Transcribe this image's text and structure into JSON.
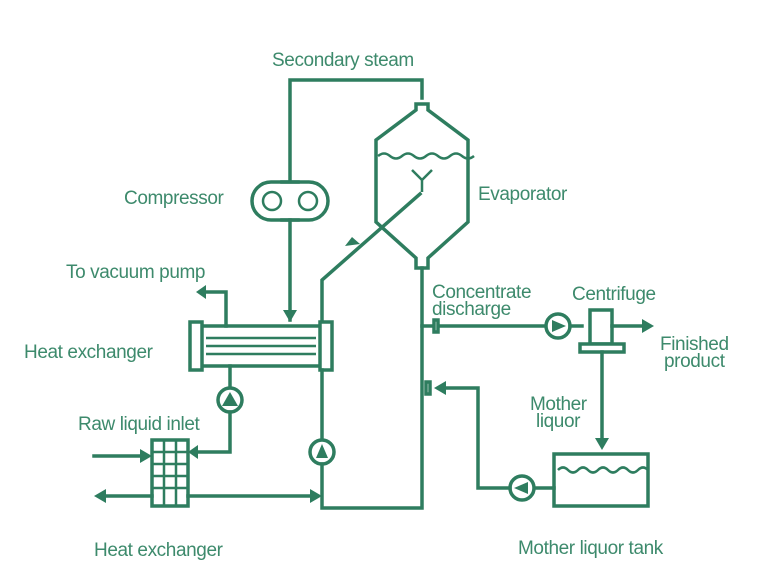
{
  "colors": {
    "line": "#2e7d5f",
    "text": "#3d8a6c",
    "background": "#ffffff"
  },
  "labels": {
    "secondary_steam": "Secondary steam",
    "compressor": "Compressor",
    "evaporator": "Evaporator",
    "to_vacuum_pump": "To vacuum pump",
    "heat_exchanger_top": "Heat exchanger",
    "raw_liquid_inlet": "Raw liquid inlet",
    "heat_exchanger_bottom": "Heat exchanger",
    "concentrate_discharge_1": "Concentrate",
    "concentrate_discharge_2": "discharge",
    "centrifuge": "Centrifuge",
    "finished_product_1": "Finished",
    "finished_product_2": "product",
    "mother_liquor_1": "Mother",
    "mother_liquor_2": "liquor",
    "mother_liquor_tank": "Mother liquor tank"
  }
}
